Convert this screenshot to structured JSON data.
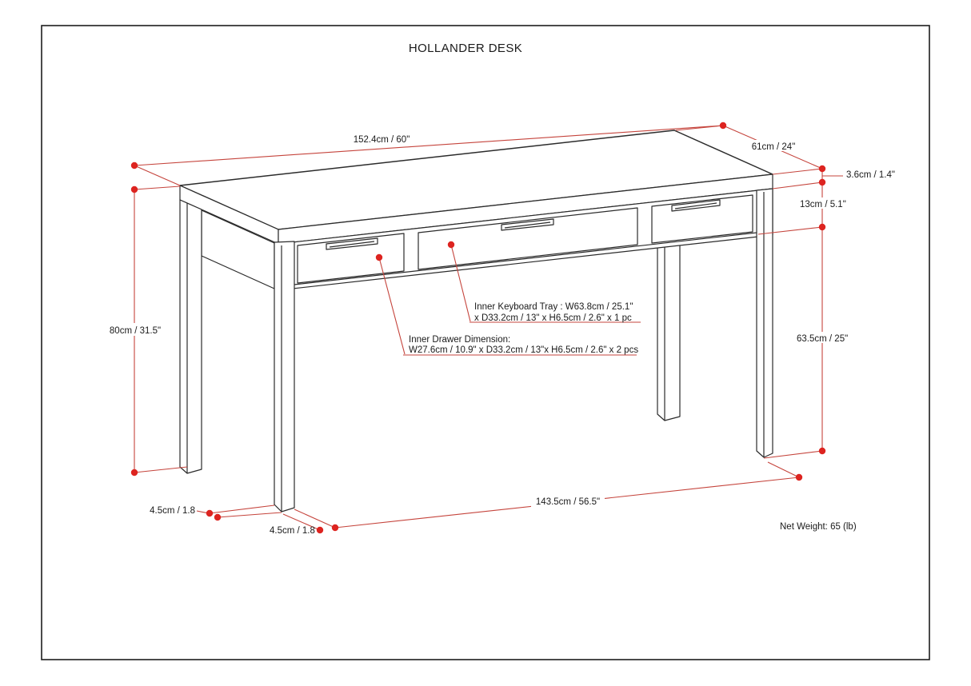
{
  "title": "HOLLANDER DESK",
  "colors": {
    "dimension_line": "#c5443c",
    "dimension_dot": "#dd2420",
    "drawing_line": "#2b2b2b"
  },
  "dimensions": {
    "top_length": "152.4cm / 60\"",
    "top_depth": "61cm / 24\"",
    "top_thickness": "3.6cm / 1.4\"",
    "apron_height": "13cm / 5.1\"",
    "overall_height": "80cm / 31.5\"",
    "under_clearance": "63.5cm / 25\"",
    "leg_span": "143.5cm / 56.5\"",
    "leg_thickness_side": "4.5cm / 1.8",
    "leg_thickness_front": "4.5cm / 1.8"
  },
  "annotations": {
    "keyboard_tray_line1": "Inner Keyboard Tray : W63.8cm / 25.1\"",
    "keyboard_tray_line2": "x D33.2cm / 13\" x H6.5cm / 2.6\" x 1 pc",
    "drawer_line1": "Inner Drawer Dimension:",
    "drawer_line2": "W27.6cm / 10.9\" x D33.2cm / 13\"x H6.5cm / 2.6\" x 2 pcs"
  },
  "footer": {
    "net_weight": "Net Weight: 65 (lb)"
  }
}
